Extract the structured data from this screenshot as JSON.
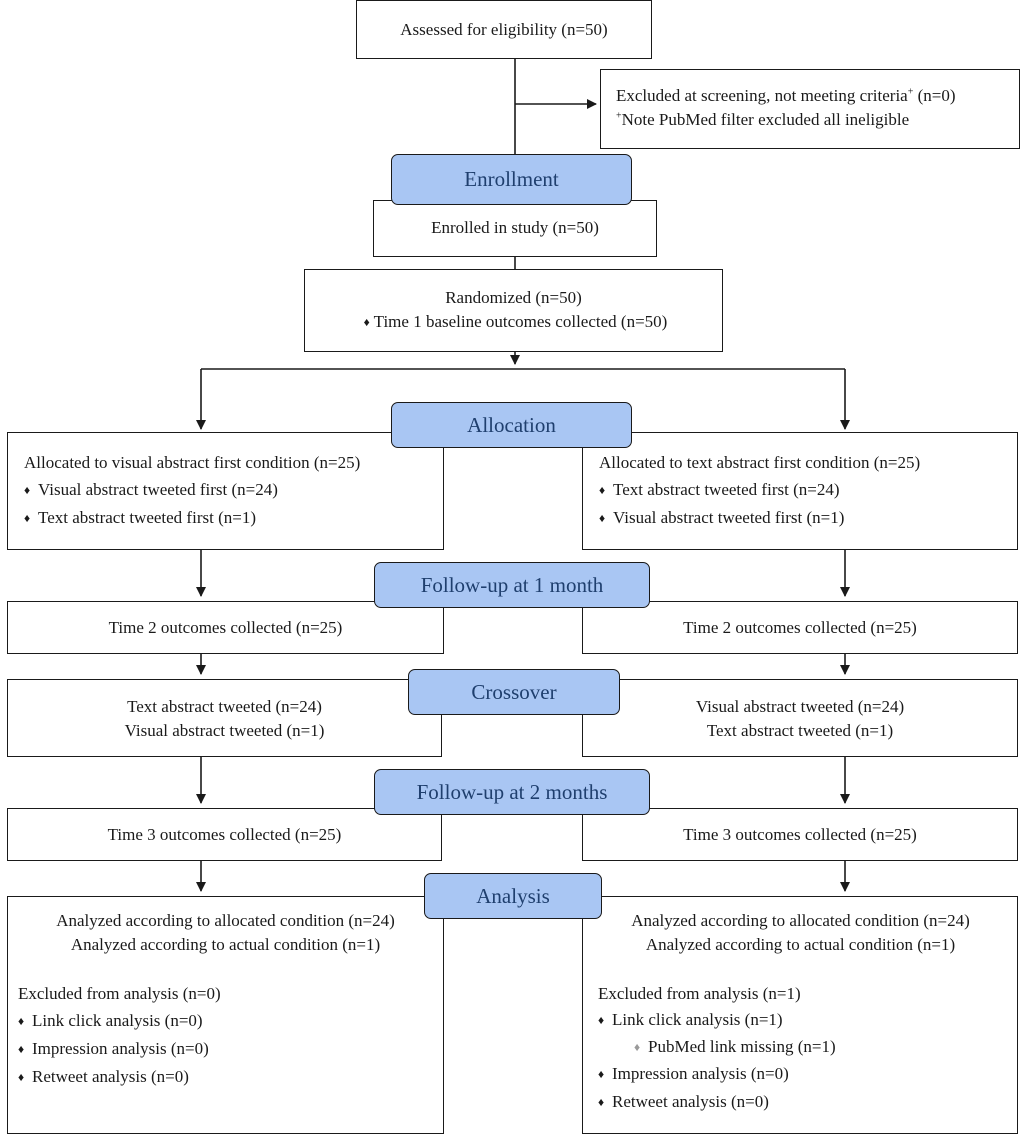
{
  "colors": {
    "stage_fill": "#a9c6f3",
    "stage_text": "#1f3f6e",
    "line": "#1a1a1a"
  },
  "assessed": "Assessed for eligibility (n=50)",
  "excluded": {
    "line1": "Excluded at screening, not meeting criteria",
    "line1_mark": "+",
    "line1_count": " (n=0)",
    "line2_mark": "+",
    "line2": "Note PubMed filter excluded all ineligible"
  },
  "stages": {
    "enrollment": "Enrollment",
    "allocation": "Allocation",
    "followup1": "Follow-up at 1 month",
    "crossover": "Crossover",
    "followup2": "Follow-up at 2 months",
    "analysis": "Analysis"
  },
  "enrolled": "Enrolled in study (n=50)",
  "randomized": {
    "line1": "Randomized (n=50)",
    "line2": "Time 1 baseline outcomes collected (n=50)"
  },
  "left": {
    "allocation": {
      "title": "Allocated to visual abstract first condition (n=25)",
      "items": [
        "Visual abstract tweeted first (n=24)",
        "Text abstract tweeted first (n=1)"
      ]
    },
    "time2": "Time 2 outcomes collected (n=25)",
    "crossover": [
      "Text abstract tweeted (n=24)",
      "Visual abstract tweeted (n=1)"
    ],
    "time3": "Time 3 outcomes collected (n=25)",
    "analysis": {
      "analyzed": [
        "Analyzed according to allocated condition (n=24)",
        "Analyzed according to actual condition (n=1)"
      ],
      "excluded_title": "Excluded from analysis (n=0)",
      "items": [
        "Link click analysis (n=0)",
        "Impression analysis (n=0)",
        "Retweet analysis (n=0)"
      ]
    }
  },
  "right": {
    "allocation": {
      "title": "Allocated to text abstract first condition (n=25)",
      "items": [
        "Text abstract tweeted first (n=24)",
        "Visual abstract tweeted first (n=1)"
      ]
    },
    "time2": "Time 2 outcomes collected (n=25)",
    "crossover": [
      "Visual abstract tweeted (n=24)",
      "Text abstract tweeted (n=1)"
    ],
    "time3": "Time 3 outcomes collected (n=25)",
    "analysis": {
      "analyzed": [
        "Analyzed according to allocated condition (n=24)",
        "Analyzed according to actual condition (n=1)"
      ],
      "excluded_title": "Excluded from analysis (n=1)",
      "link_click": "Link click analysis (n=1)",
      "sub_item": "PubMed link missing (n=1)",
      "items": [
        "Impression analysis (n=0)",
        "Retweet analysis (n=0)"
      ]
    }
  }
}
